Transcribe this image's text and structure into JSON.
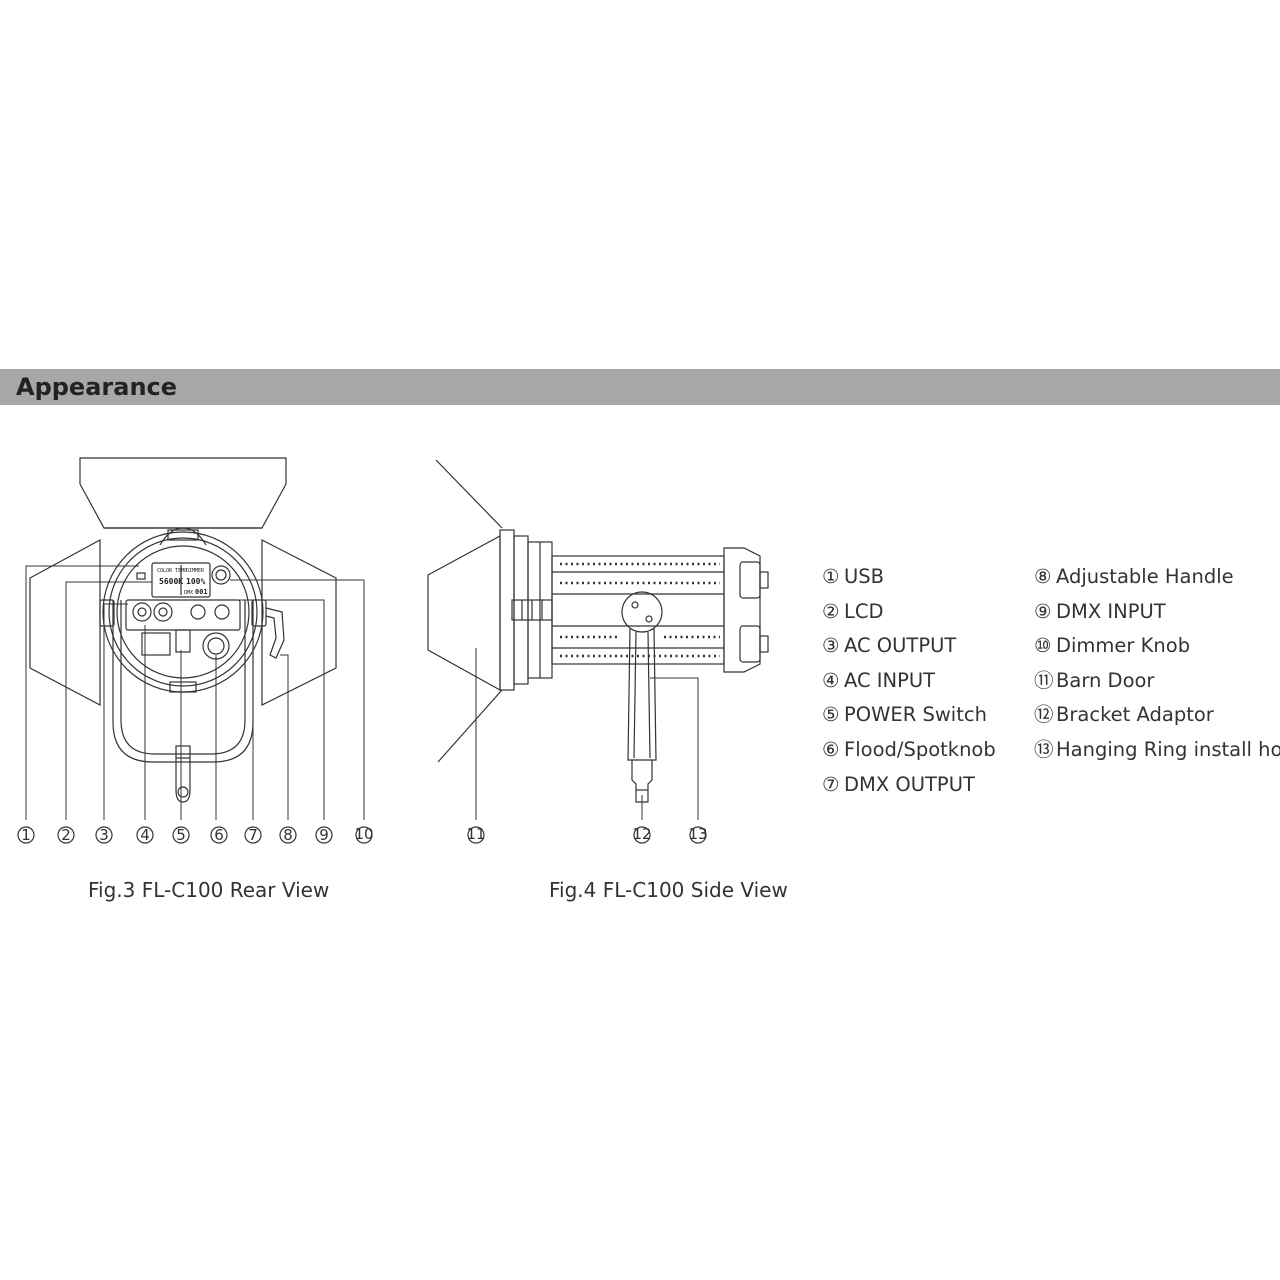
{
  "header": {
    "title": "Appearance"
  },
  "rear_view": {
    "caption": "Fig.3  FL-C100 Rear View",
    "callouts": [
      "1",
      "2",
      "3",
      "4",
      "5",
      "6",
      "7",
      "8",
      "9",
      "10"
    ],
    "lcd": {
      "color_temp": "5600K",
      "color_label": "COLOR TEMP",
      "dimmer": "100%",
      "dimmer_label": "DIMMER",
      "dmx": "001",
      "dmx_label": "DMX"
    }
  },
  "side_view": {
    "caption": "Fig.4  FL-C100 Side View",
    "callouts": [
      "11",
      "12",
      "13"
    ]
  },
  "legend": {
    "left": [
      {
        "num": "①",
        "label": "USB"
      },
      {
        "num": "②",
        "label": "LCD"
      },
      {
        "num": "③",
        "label": "AC OUTPUT"
      },
      {
        "num": "④",
        "label": "AC INPUT"
      },
      {
        "num": "⑤",
        "label": "POWER Switch"
      },
      {
        "num": "⑥",
        "label": "Flood/Spotknob"
      },
      {
        "num": "⑦",
        "label": "DMX OUTPUT"
      }
    ],
    "right": [
      {
        "num": "⑧",
        "label": "Adjustable Handle"
      },
      {
        "num": "⑨",
        "label": "DMX INPUT"
      },
      {
        "num": "⑩",
        "label": "Dimmer Knob"
      },
      {
        "num": "⑪",
        "label": "Barn Door"
      },
      {
        "num": "⑫",
        "label": "Bracket Adaptor"
      },
      {
        "num": "⑬",
        "label": "Hanging Ring install hole"
      }
    ]
  }
}
